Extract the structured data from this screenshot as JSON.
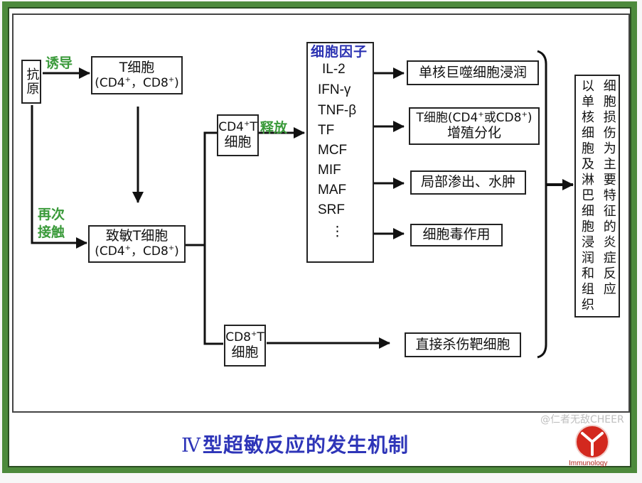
{
  "diagram": {
    "antigen": "抗原",
    "induce_label": "诱导",
    "t_cell": {
      "line1": "T细胞",
      "line2_prefix": "(CD4",
      "line2_mid": "，CD8",
      "line2_suffix": ")"
    },
    "recontact_label": [
      "再次",
      "接触"
    ],
    "sensitized_t_cell": {
      "line1": "致敏T细胞",
      "line2_prefix": "(CD4",
      "line2_mid": "，CD8",
      "line2_suffix": ")"
    },
    "cd4_t_cell": {
      "line1_prefix": "CD4",
      "line1_suffix": "T",
      "line2": "细胞"
    },
    "release_label": "释放",
    "cd8_t_cell": {
      "line1_prefix": "CD8",
      "line1_suffix": "T",
      "line2": "细胞"
    },
    "cytokines": {
      "title": "细胞因子",
      "items": [
        "IL-2",
        "IFN-γ",
        "TNF-β",
        "TF",
        "MCF",
        "MIF",
        "MAF",
        "SRF",
        "⋮"
      ]
    },
    "effects": [
      {
        "text": "单核巨噬细胞浸润"
      },
      {
        "line1_a": "T细胞(CD4",
        "line1_b": "或CD8",
        "line1_c": ")",
        "line2": "增殖分化"
      },
      {
        "text": "局部渗出、水肿"
      },
      {
        "text": "细胞毒作用"
      }
    ],
    "cd8_effect": "直接杀伤靶细胞",
    "outcome": {
      "col1": "以单核细胞及淋巴细胞浸润和组织",
      "col2": "细胞损伤为主要特征的炎症反应"
    }
  },
  "caption": {
    "roman": "Ⅳ",
    "text": "型超敏反应的发生机制"
  },
  "watermark": {
    "text": "@仁者无敌CHEER",
    "logo_text": "Immunology"
  },
  "colors": {
    "frame_green": "#4d8a3c",
    "label_green": "#3a9a3a",
    "title_blue": "#2e35b8"
  }
}
